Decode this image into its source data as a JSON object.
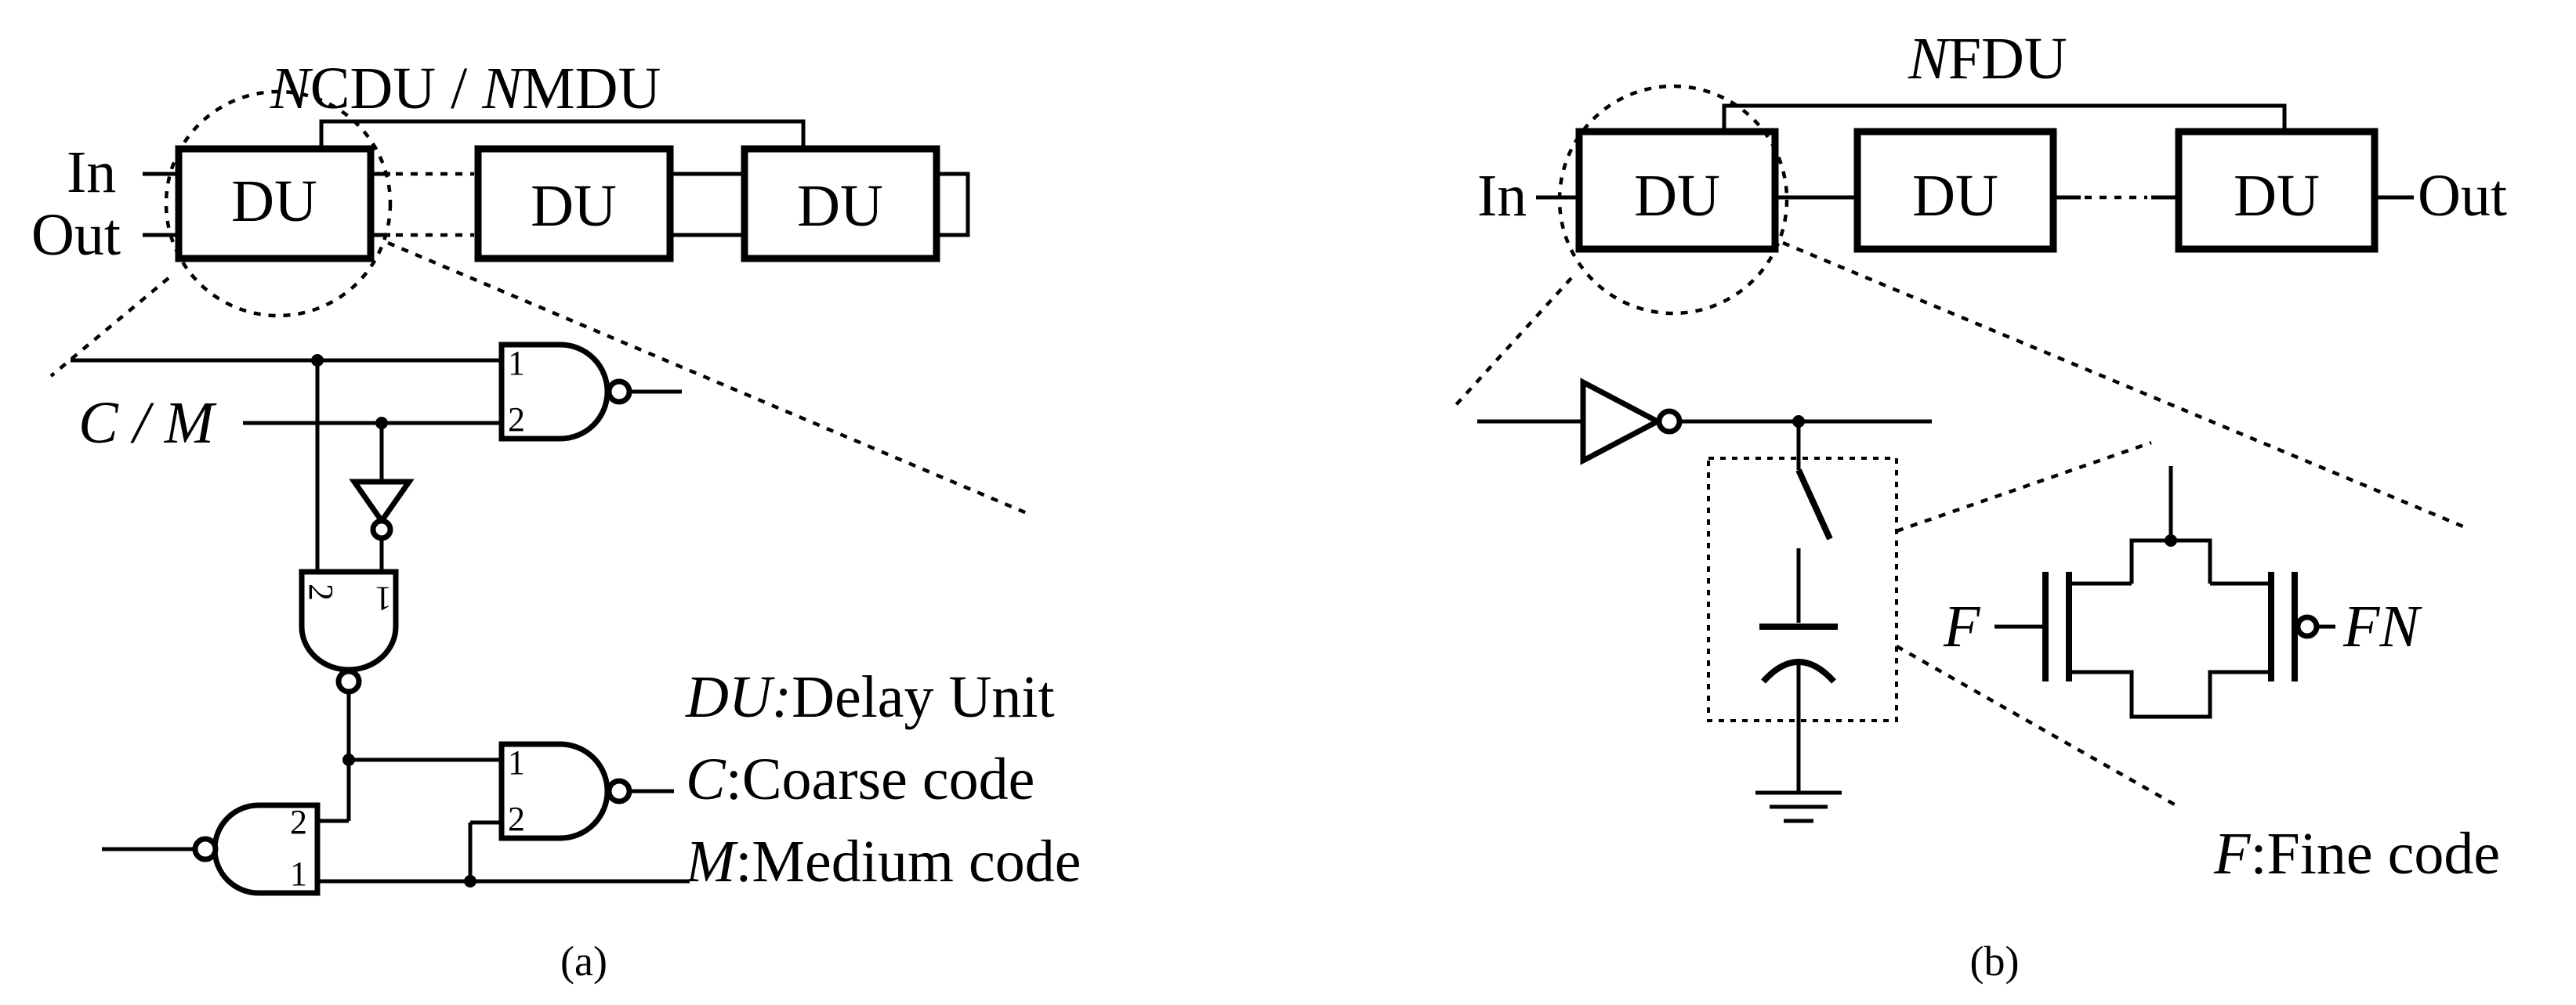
{
  "panel_a": {
    "du_label": "DU",
    "n_cdu": "N",
    "n_cdu_sub": "CDU",
    "slash": " / ",
    "n_mdu": "N",
    "n_mdu_sub": "MDU",
    "in_label": "In",
    "out_label": "Out",
    "cm_label": "C / M",
    "pin_1": "1",
    "pin_2": "2",
    "legend": {
      "du_key": "DU:",
      "du_text": "Delay Unit",
      "c_key": "C",
      "c_text": ":Coarse code",
      "m_key": "M",
      "m_text": ":Medium code"
    },
    "caption": "(a)"
  },
  "panel_b": {
    "du_label": "DU",
    "n_fdu": "N",
    "n_fdu_sub": "FDU",
    "in_label": "In",
    "out_label": "Out",
    "f_label": "F",
    "fn_label": "FN",
    "legend": {
      "f_key": "F",
      "f_text": ":Fine code"
    },
    "caption": "(b)"
  }
}
